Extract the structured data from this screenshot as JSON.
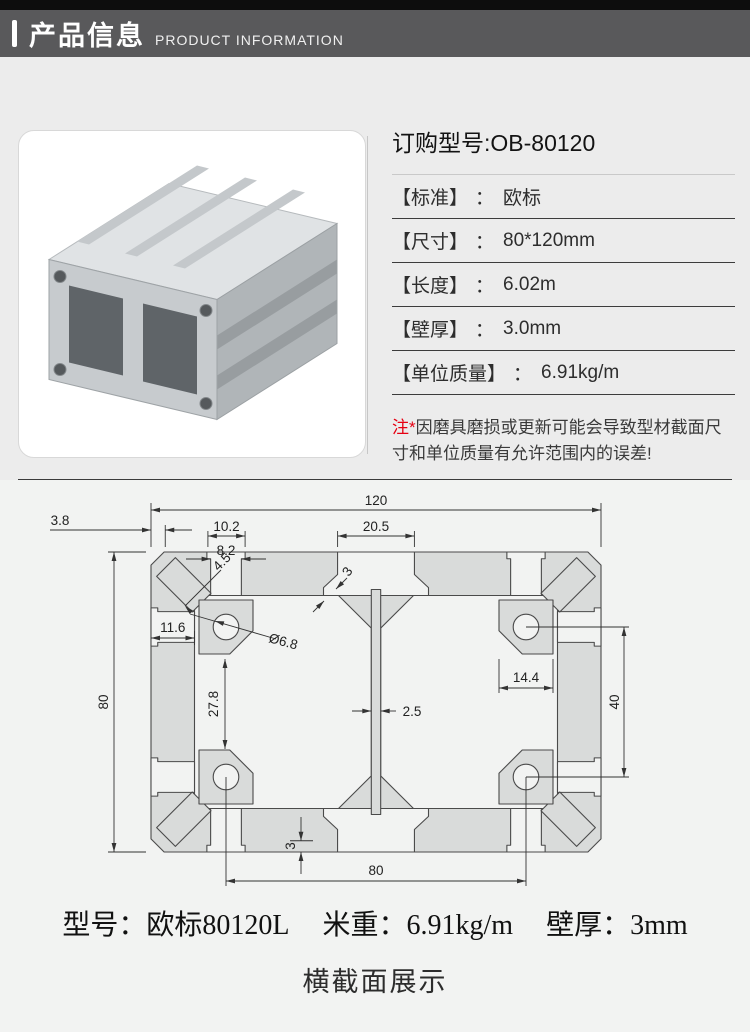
{
  "header": {
    "title_zh": "产品信息",
    "title_en": "PRODUCT INFORMATION"
  },
  "product": {
    "order_model": "订购型号:OB-80120",
    "colon": "：",
    "specs": [
      {
        "label": "【标准】",
        "value": "欧标"
      },
      {
        "label": "【尺寸】",
        "value": "80*120mm"
      },
      {
        "label": "【长度】",
        "value": "6.02m"
      },
      {
        "label": "【壁厚】",
        "value": "3.0mm"
      },
      {
        "label": "【单位质量】",
        "value": "6.91kg/m"
      }
    ],
    "note_prefix": "注*",
    "note_text": "因磨具磨损或更新可能会导致型材截面尺寸和单位质量有允许范围内的误差!"
  },
  "drawing": {
    "dims": {
      "d120": "120",
      "d38": "3.8",
      "d102": "10.2",
      "d82": "8.2",
      "d205": "20.5",
      "d45": "4.5",
      "d3t": "3",
      "d116": "11.6",
      "dia": "Ø6.8",
      "d278": "27.8",
      "d25": "2.5",
      "d144": "14.4",
      "d40": "40",
      "d80l": "80",
      "d80b": "80",
      "d3b": "3"
    }
  },
  "footer": {
    "items": [
      {
        "label": "型号",
        "value": "欧标80120L"
      },
      {
        "label": "米重",
        "value": "6.91kg/m"
      },
      {
        "label": "壁厚",
        "value": "3mm"
      }
    ],
    "colon": "：",
    "caption": "横截面展示"
  }
}
